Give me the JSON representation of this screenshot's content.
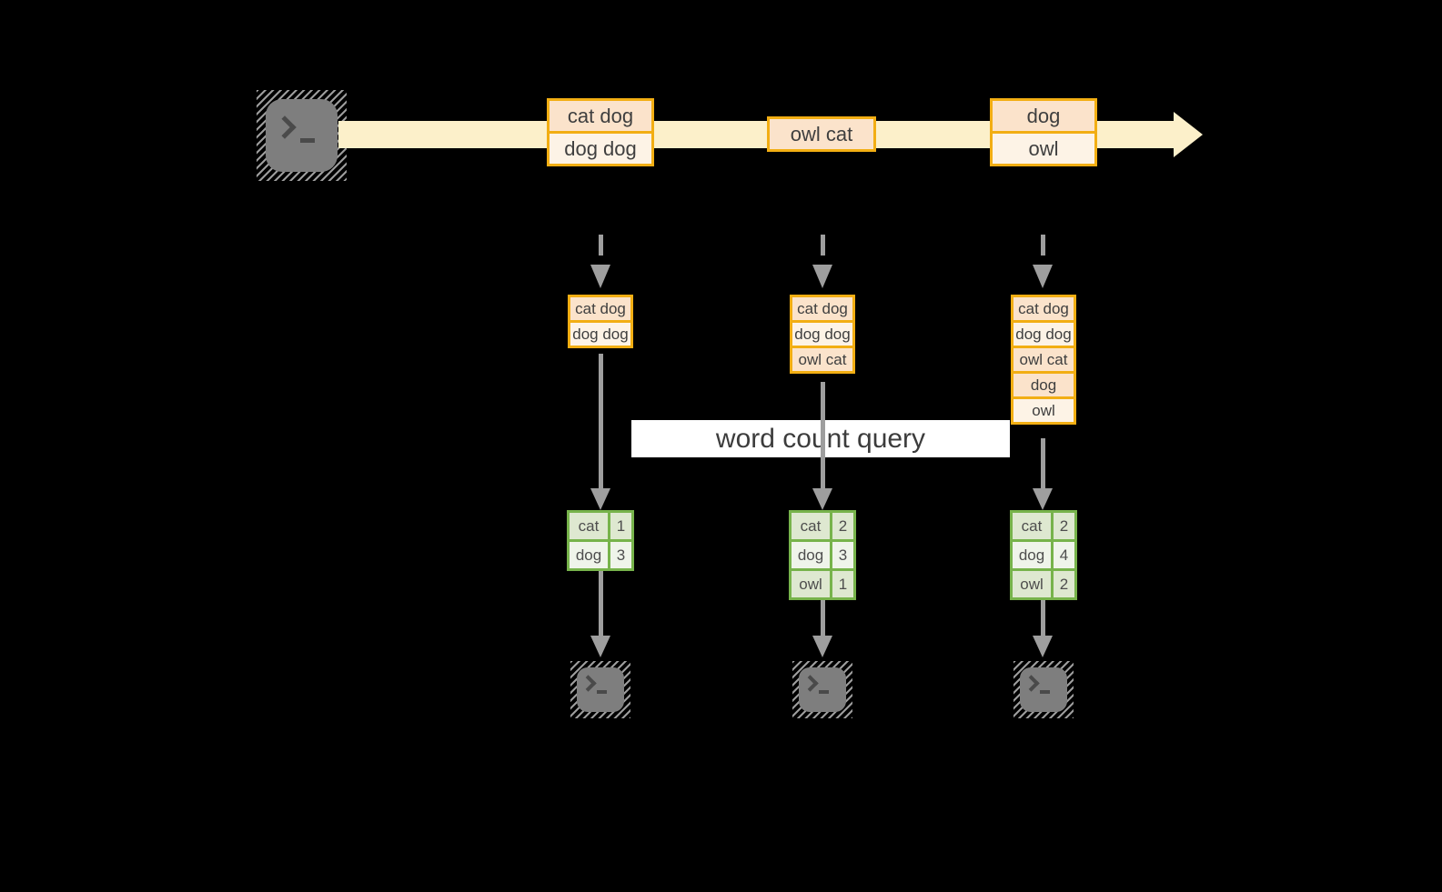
{
  "background": "#000000",
  "colors": {
    "band": "#FCF0CA",
    "record_border": "#F2AE13",
    "peach": "#FBE3CB",
    "cream": "#FDF3E6",
    "table_border": "#77B34B",
    "table_cell_dark": "#DEE8D0",
    "table_cell_light": "#EFF4EA",
    "arrow_gray": "#9E9E9E",
    "banner_bg": "#FFFFFF",
    "text": "#3F3F3F"
  },
  "producer": {
    "icon": "terminal-icon"
  },
  "stream": {
    "records": [
      {
        "lines": [
          {
            "text": "cat dog",
            "tone": "peach"
          },
          {
            "text": "dog dog",
            "tone": "cream"
          }
        ]
      },
      {
        "lines": [
          {
            "text": "owl cat",
            "tone": "peach"
          }
        ]
      },
      {
        "lines": [
          {
            "text": "dog",
            "tone": "peach"
          },
          {
            "text": "owl",
            "tone": "cream"
          }
        ]
      }
    ]
  },
  "query": {
    "label": "word count query"
  },
  "columns": [
    {
      "stack": [
        {
          "text": "cat dog",
          "tone": "peach"
        },
        {
          "text": "dog dog",
          "tone": "cream"
        }
      ],
      "table": [
        {
          "word": "cat",
          "count": "1"
        },
        {
          "word": "dog",
          "count": "3"
        }
      ]
    },
    {
      "stack": [
        {
          "text": "cat dog",
          "tone": "peach"
        },
        {
          "text": "dog dog",
          "tone": "cream"
        },
        {
          "text": "owl cat",
          "tone": "peach"
        }
      ],
      "table": [
        {
          "word": "cat",
          "count": "2"
        },
        {
          "word": "dog",
          "count": "3"
        },
        {
          "word": "owl",
          "count": "1"
        }
      ]
    },
    {
      "stack": [
        {
          "text": "cat dog",
          "tone": "peach"
        },
        {
          "text": "dog dog",
          "tone": "cream"
        },
        {
          "text": "owl cat",
          "tone": "peach"
        },
        {
          "text": "dog",
          "tone": "peach"
        },
        {
          "text": "owl",
          "tone": "cream"
        }
      ],
      "table": [
        {
          "word": "cat",
          "count": "2"
        },
        {
          "word": "dog",
          "count": "4"
        },
        {
          "word": "owl",
          "count": "2"
        }
      ]
    }
  ],
  "consumers": [
    {
      "icon": "terminal-icon"
    },
    {
      "icon": "terminal-icon"
    },
    {
      "icon": "terminal-icon"
    }
  ]
}
